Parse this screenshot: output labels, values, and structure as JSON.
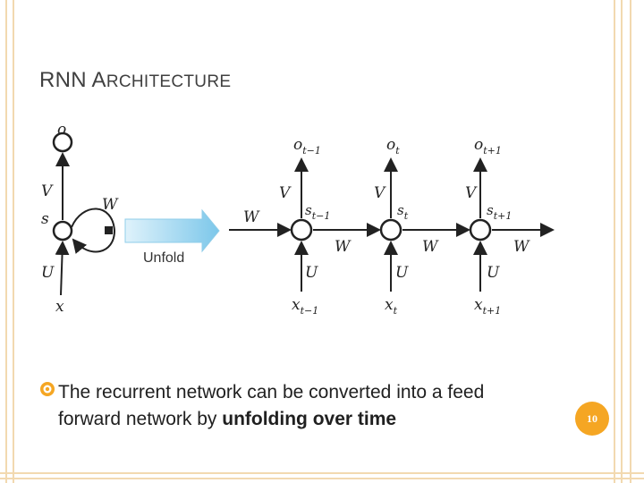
{
  "slide": {
    "title_first": "RNN A",
    "title_rest": "RCHITECTURE",
    "bullet_text_1": "The recurrent network can be converted into a feed forward network by ",
    "bullet_bold": "unfolding over time",
    "page_number": "10",
    "accent_color": "#f5a623",
    "border_color": "#f2d9b0"
  },
  "diagram": {
    "folded": {
      "o": "o",
      "V": "V",
      "s": "s",
      "W": "W",
      "U": "U",
      "x": "x"
    },
    "unfold_label": "Unfold",
    "W_left": "W",
    "W_right": "W",
    "steps": [
      {
        "o": "o",
        "o_sub": "t−1",
        "s": "s",
        "s_sub": "t−1",
        "x": "x",
        "x_sub": "t−1",
        "V": "V",
        "U": "U",
        "W": "W"
      },
      {
        "o": "o",
        "o_sub": "t",
        "s": "s",
        "s_sub": "t",
        "x": "x",
        "x_sub": "t",
        "V": "V",
        "U": "U",
        "W": "W"
      },
      {
        "o": "o",
        "o_sub": "t+1",
        "s": "s",
        "s_sub": "t+1",
        "x": "x",
        "x_sub": "t+1",
        "V": "V",
        "U": "U"
      }
    ]
  }
}
